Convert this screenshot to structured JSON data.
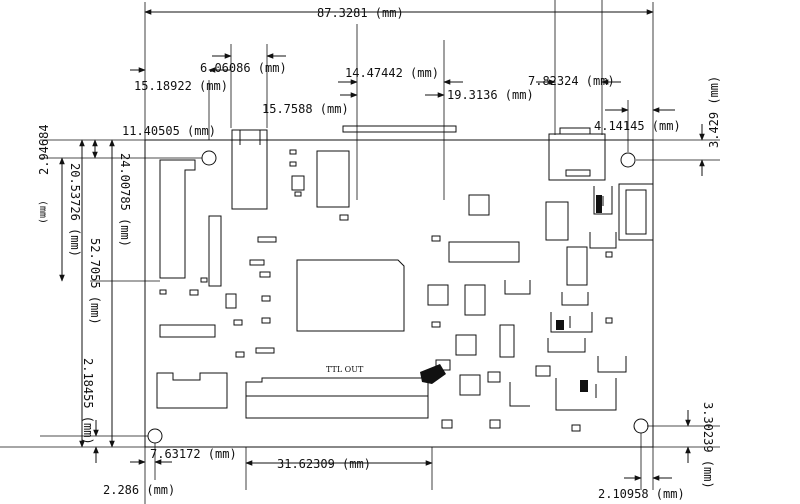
{
  "board": {
    "connector_label": "TTL OUT"
  },
  "dimensions": {
    "overall_width": "87.3281 (mm)",
    "d_6_06086": "6.06086 (mm)",
    "d_15_18922": "15.18922 (mm)",
    "d_14_47442": "14.47442 (mm)",
    "d_15_7588": "15.7588 (mm)",
    "d_19_3136": "19.3136 (mm)",
    "d_7_82324": "7.82324 (mm)",
    "d_11_40505": "11.40505 (mm)",
    "d_4_14145": "4.14145 (mm)",
    "d_2_94684": "2.94684",
    "d_2_94684_unit": "(mm)",
    "d_24_00785": "24.00785 (mm)",
    "d_20_53726": "20.53726 (mm)",
    "d_52_7055": "52.7055 (mm)",
    "d_3_429": "3.429 (mm)",
    "d_2_18455": "2.18455 (mm)",
    "d_7_63172": "7.63172 (mm)",
    "d_2_286": "2.286 (mm)",
    "d_31_62309": "31.62309 (mm)",
    "d_3_30239": "3.30239 (mm)",
    "d_2_10958": "2.10958 (mm)"
  }
}
